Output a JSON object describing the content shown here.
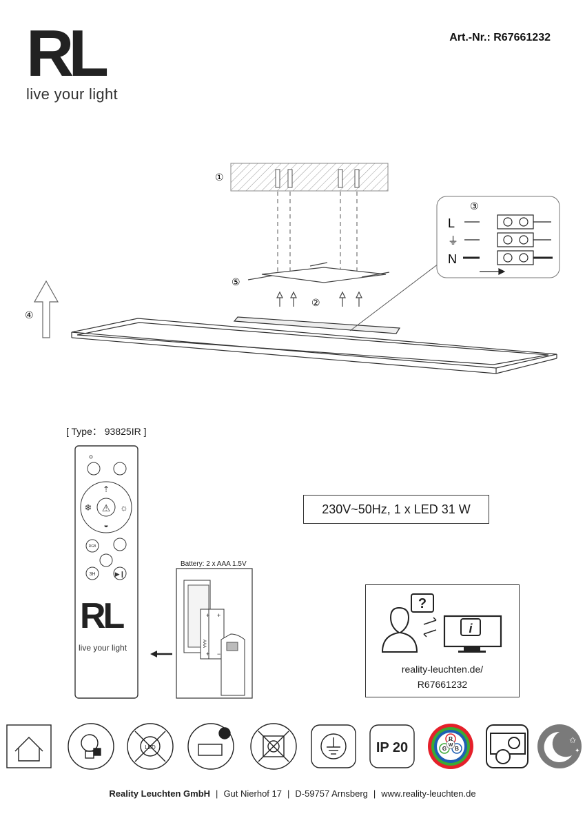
{
  "header": {
    "logo_mark": "RL",
    "logo_tagline": "live your light",
    "article_number": "Art.-Nr.: R67661232"
  },
  "assembly": {
    "step_labels": [
      "①",
      "②",
      "③",
      "④",
      "⑤"
    ],
    "terminal_labels": [
      "L",
      "⏚",
      "N"
    ]
  },
  "remote": {
    "type_label": "[ Type： 93825IR ]",
    "logo_mark": "RL",
    "logo_tagline": "live your light",
    "button_labels": [
      "RGB",
      "3H"
    ],
    "battery_label": "Battery: 2 x AAA 1.5V",
    "battery_cell_text": "AAA"
  },
  "specs": {
    "power_rating": "230V~50Hz, 1 x LED 31 W"
  },
  "info": {
    "url": "reality-leuchten.de/",
    "code": "R67661232"
  },
  "symbols": [
    {
      "icon": "indoor-use-icon"
    },
    {
      "icon": "lamp-lock-icon"
    },
    {
      "icon": "led-not-replaceable-icon"
    },
    {
      "icon": "driver-replaceable-icon"
    },
    {
      "icon": "no-dimmer-icon"
    },
    {
      "icon": "protection-earth-icon"
    },
    {
      "icon": "ip-rating-icon",
      "text": "IP 20"
    },
    {
      "icon": "rgb-color-icon",
      "letters": [
        "R",
        "G",
        "W",
        "B"
      ]
    },
    {
      "icon": "memory-function-icon"
    },
    {
      "icon": "night-light-icon"
    }
  ],
  "footer": {
    "company": "Reality Leuchten GmbH",
    "street": "Gut Nierhof 17",
    "city": "D-59757 Arnsberg",
    "website": "www.reality-leuchten.de"
  },
  "colors": {
    "ink": "#1a1a1a",
    "rgb_red": "#e5202a",
    "rgb_green": "#3aaa35",
    "rgb_blue": "#1e5fb3",
    "night_bg": "#7a7a7a"
  }
}
